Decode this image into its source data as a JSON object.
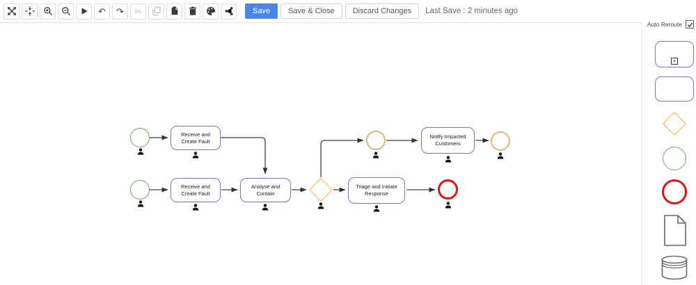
{
  "toolbar": {
    "icon_buttons": [
      {
        "name": "expand",
        "disabled": false
      },
      {
        "name": "compress",
        "disabled": false
      },
      {
        "name": "zoom-in",
        "disabled": false
      },
      {
        "name": "zoom-out",
        "disabled": false
      },
      {
        "name": "play",
        "disabled": false
      },
      {
        "name": "undo",
        "disabled": false
      },
      {
        "name": "redo",
        "disabled": false
      },
      {
        "name": "cut",
        "disabled": true
      },
      {
        "name": "copy",
        "disabled": true
      },
      {
        "name": "paste",
        "disabled": false
      },
      {
        "name": "delete",
        "disabled": false
      },
      {
        "name": "palette",
        "disabled": false
      },
      {
        "name": "share",
        "disabled": false
      }
    ],
    "undo_glyph": "↶",
    "redo_glyph": "↷",
    "cut_glyph": "✂",
    "save_label": "Save",
    "save_and_close_label": "Save & Close",
    "discard_label": "Discard Changes",
    "last_save_text": "Last Save : 2 minutes ago"
  },
  "shape_panel": {
    "auto_reroute_label": "Auto Reroute",
    "auto_reroute_checked": true,
    "items": [
      "subprocess",
      "task",
      "gateway",
      "start-event",
      "end-event",
      "document",
      "data-store"
    ]
  },
  "diagram": {
    "nodes": [
      {
        "type": "start-event",
        "label": ""
      },
      {
        "type": "task",
        "label": "Receive and Create Fault"
      },
      {
        "type": "start-event",
        "label": ""
      },
      {
        "type": "task",
        "label": "Receive and Create Fault"
      },
      {
        "type": "task",
        "label": "Analyse and Contain"
      },
      {
        "type": "gateway",
        "label": ""
      },
      {
        "type": "intermediate-event",
        "label": ""
      },
      {
        "type": "task",
        "label": "Notify Impacted Customers"
      },
      {
        "type": "intermediate-event",
        "label": ""
      },
      {
        "type": "task",
        "label": "Triage and Initiate Response"
      },
      {
        "type": "end-event",
        "label": ""
      }
    ]
  },
  "colors": {
    "accent_blue": "#4a86e8",
    "task_border": "#7177c9",
    "start_event_green": "#6aaa64",
    "intermediate_event_tan": "#d6b97a",
    "end_event_red": "#e01111",
    "gateway_orange": "#f3a83b",
    "connector": "#424242"
  }
}
